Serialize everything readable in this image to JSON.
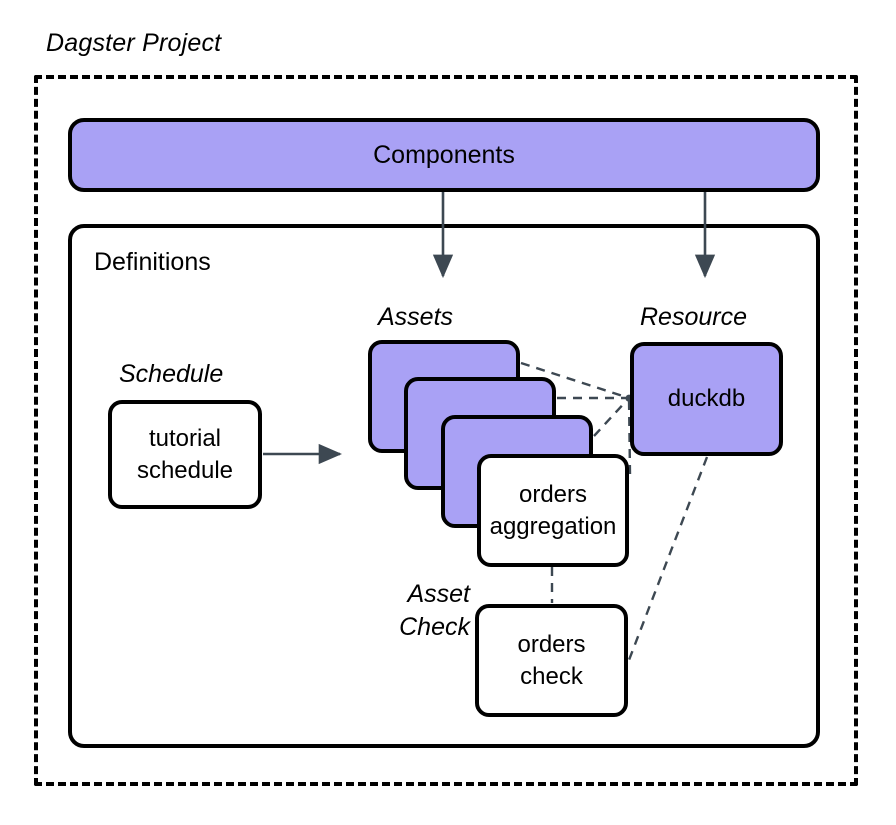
{
  "diagram": {
    "title": "Dagster Project",
    "type": "architecture-diagram",
    "background_color": "#ffffff",
    "accent_color": "#a9a1f5",
    "stroke_color": "#000000",
    "connector_color": "#3d4852"
  },
  "project_container": {
    "title": "Dagster Project",
    "border_style": "dashed"
  },
  "components": {
    "label": "Components",
    "fill": "#a9a1f5"
  },
  "definitions": {
    "label": "Definitions",
    "border_style": "solid"
  },
  "groups": {
    "assets": "Assets",
    "resource": "Resource",
    "schedule": "Schedule",
    "asset_check_line1": "Asset",
    "asset_check_line2": "Check"
  },
  "nodes": {
    "schedule": {
      "line1": "tutorial",
      "line2": "schedule",
      "fill": "#ffffff"
    },
    "asset_stack": [
      {
        "label": "",
        "fill": "#a9a1f5"
      },
      {
        "label": "",
        "fill": "#a9a1f5"
      },
      {
        "label": "",
        "fill": "#a9a1f5"
      }
    ],
    "orders_aggregation": {
      "line1": "orders",
      "line2": "aggregation",
      "fill": "#ffffff"
    },
    "orders_check": {
      "line1": "orders",
      "line2": "check",
      "fill": "#ffffff"
    },
    "duckdb": {
      "label": "duckdb",
      "fill": "#a9a1f5"
    }
  },
  "connectors": {
    "components_to_assets": {
      "style": "solid-arrow",
      "color": "#3d4852"
    },
    "components_to_resource": {
      "style": "solid-arrow",
      "color": "#3d4852"
    },
    "schedule_to_assets": {
      "style": "solid-arrow",
      "color": "#3d4852"
    },
    "assets_to_duckdb": {
      "style": "dashed",
      "color": "#3d4852",
      "count": 4
    },
    "orders_aggregation_to_orders_check": {
      "style": "dashed",
      "color": "#3d4852"
    },
    "duckdb_to_orders_check": {
      "style": "dashed",
      "color": "#3d4852"
    }
  }
}
